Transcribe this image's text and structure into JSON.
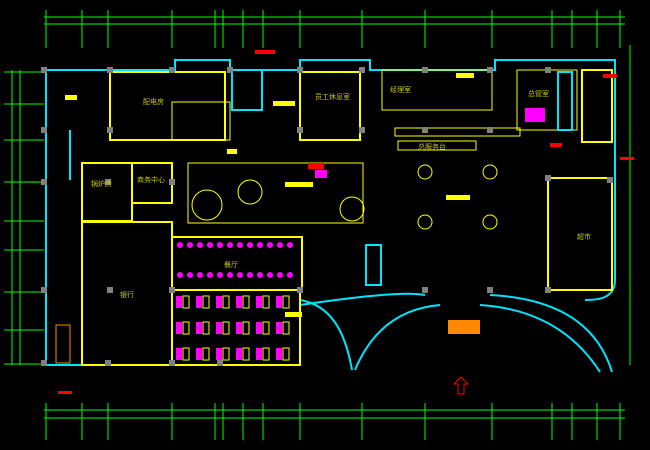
{
  "title": "Ground floor plan",
  "rooms": {
    "power_room": "配电房",
    "staff_lounge": "员工休息室",
    "boiler_room": "锅炉房",
    "business_center": "商务中心",
    "bank": "银行",
    "restaurant": "餐厅",
    "supermarket": "超市",
    "front_desk": "总服务台",
    "manager_room": "总管室",
    "office_room": "经理室"
  },
  "colors": {
    "wall": "#ffff00",
    "glass": "#00e5ff",
    "dimension": "#00ff00",
    "furniture": "#ff00ff",
    "column": "#808080"
  }
}
